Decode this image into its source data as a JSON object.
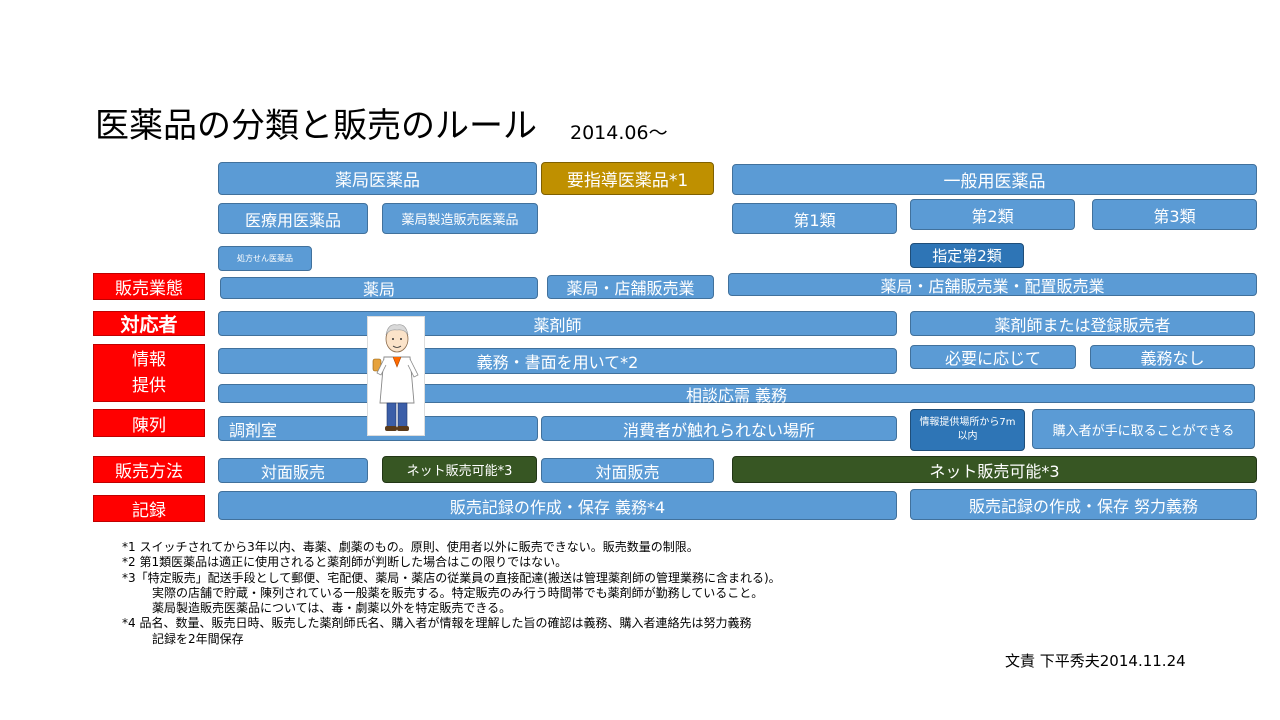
{
  "title": "医薬品の分類と販売のルール",
  "subtitle": "2014.06～",
  "categories": {
    "pharmacy_drug": "薬局医薬品",
    "guidance_required": "要指導医薬品*1",
    "otc": "一般用医薬品",
    "prescription": "医療用医薬品",
    "pharmacy_made": "薬局製造販売医薬品",
    "class1": "第1類",
    "class2": "第2類",
    "class3": "第3類",
    "rx_only": "処方せん医薬品",
    "designated_class2": "指定第2類"
  },
  "row_labels": {
    "business": "販売業態",
    "staff": "対応者",
    "info_line1": "情報",
    "info_line2": "提供",
    "display": "陳列",
    "method": "販売方法",
    "record": "記録"
  },
  "cells": {
    "business_pharmacy": "薬局",
    "business_pharmacy_store": "薬局・店舗販売業",
    "business_all": "薬局・店舗販売業・配置販売業",
    "staff_pharmacist": "薬剤師",
    "staff_pharmacist_or_registered": "薬剤師または登録販売者",
    "info_mandatory_written": "義務・書面を用いて*2",
    "info_as_needed": "必要に応じて",
    "info_none": "義務なし",
    "consult": "相談応需 義務",
    "display_dispensary": "調剤室",
    "display_inaccessible": "消費者が触れられない場所",
    "display_within_7m": "情報提供場所から7m以内",
    "display_reachable": "購入者が手に取ることができる",
    "method_face1": "対面販売",
    "method_net1": "ネット販売可能*3",
    "method_face2": "対面販売",
    "method_net2": "ネット販売可能*3",
    "record_mandatory": "販売記録の作成・保存 義務*4",
    "record_effort": "販売記録の作成・保存 努力義務"
  },
  "notes": [
    "*1 スイッチされてから3年以内、毒薬、劇薬のもの。原則、使用者以外に販売できない。販売数量の制限。",
    "*2 第1類医薬品は適正に使用されると薬剤師が判断した場合はこの限りではない。",
    "*3「特定販売」配送手段として郵便、宅配便、薬局・薬店の従業員の直接配達(搬送は管理薬剤師の管理業務に含まれる)。",
    "実際の店舗で貯蔵・陳列されている一般薬を販売する。特定販売のみ行う時間帯でも薬剤師が勤務していること。",
    "薬局製造販売医薬品については、毒・劇薬以外を特定販売できる。",
    "*4 品名、数量、販売日時、販売した薬剤師氏名、購入者が情報を理解した旨の確認は義務、購入者連絡先は努力義務",
    "記録を2年間保存"
  ],
  "footer": "文責 下平秀夫2014.11.24",
  "colors": {
    "blue": "#5b9bd5",
    "dark_blue": "#2e75b6",
    "gold": "#bf9000",
    "green": "#375623",
    "red": "#ff0000"
  }
}
